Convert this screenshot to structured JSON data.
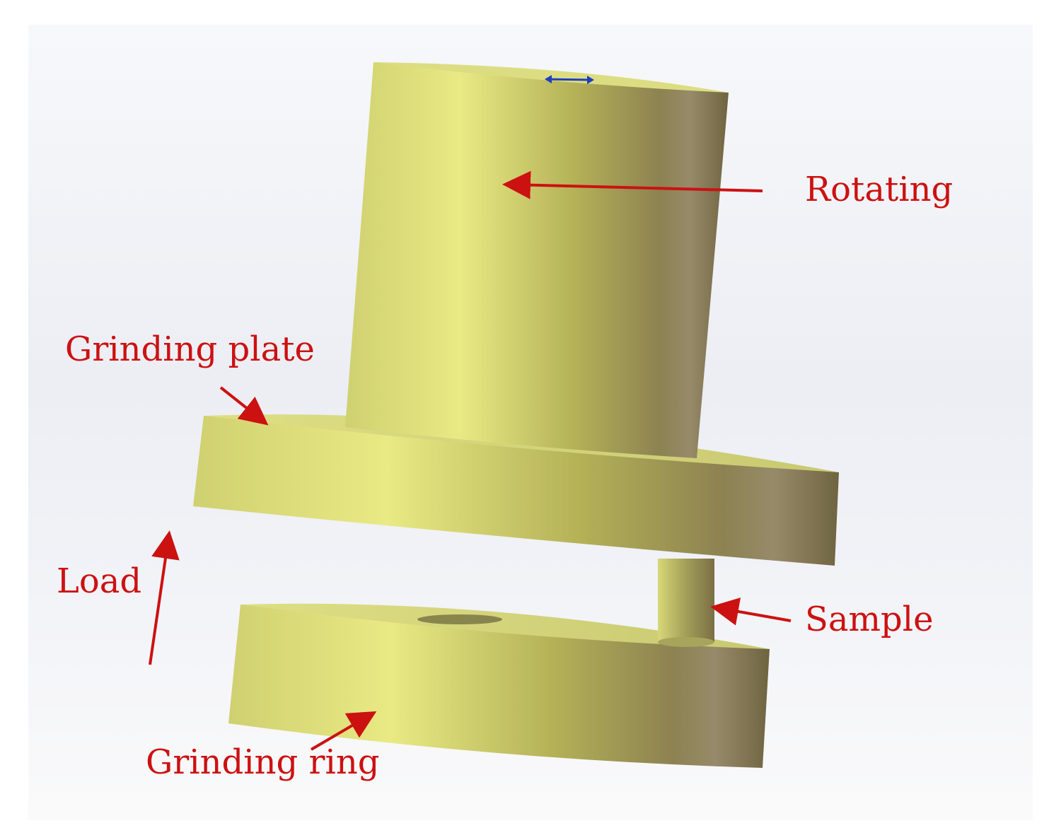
{
  "labels": {
    "rotating": "Rotating",
    "grinding_plate": "Grinding plate",
    "load": "Load",
    "sample": "Sample",
    "grinding_ring": "Grinding ring"
  },
  "colors": {
    "annotation": "#cc1111",
    "part_light": "#e7e882",
    "part_mid": "#b7b558",
    "part_dark": "#7f7246",
    "part_face": "#d3d47a",
    "dimension_marker": "#1f3fbf"
  }
}
